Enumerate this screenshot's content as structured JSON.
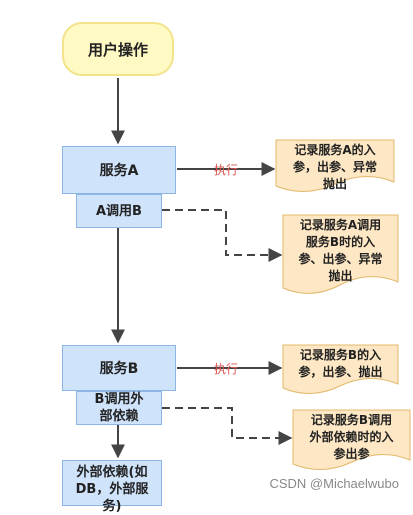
{
  "start": {
    "label": "用户操作"
  },
  "service_a": {
    "label": "服务A",
    "call": "A调用B",
    "exec_label": "执行",
    "note_exec": [
      "记录服务A的入",
      "参，出参、异常",
      "抛出"
    ],
    "note_call": [
      "记录服务A调用",
      "服务B时的入",
      "参、出参、异常",
      "抛出"
    ]
  },
  "service_b": {
    "label": "服务B",
    "call": [
      "B调用外",
      "部依赖"
    ],
    "exec_label": "执行",
    "note_exec": [
      "记录服务B的入",
      "参，出参、抛出"
    ],
    "note_call": [
      "记录服务B调用",
      "外部依赖时的入",
      "参出参"
    ]
  },
  "external": {
    "label": [
      "外部依赖(如",
      "DB，外部服",
      "务)"
    ]
  },
  "watermark": "CSDN @Michaelwubo",
  "colors": {
    "start_fill": "#fff9c4",
    "box_fill": "#cfe3fb",
    "box_border": "#8db5e4",
    "note_fill": "#fde7c4",
    "exec_text": "#d9534f",
    "arrow": "#444444"
  }
}
